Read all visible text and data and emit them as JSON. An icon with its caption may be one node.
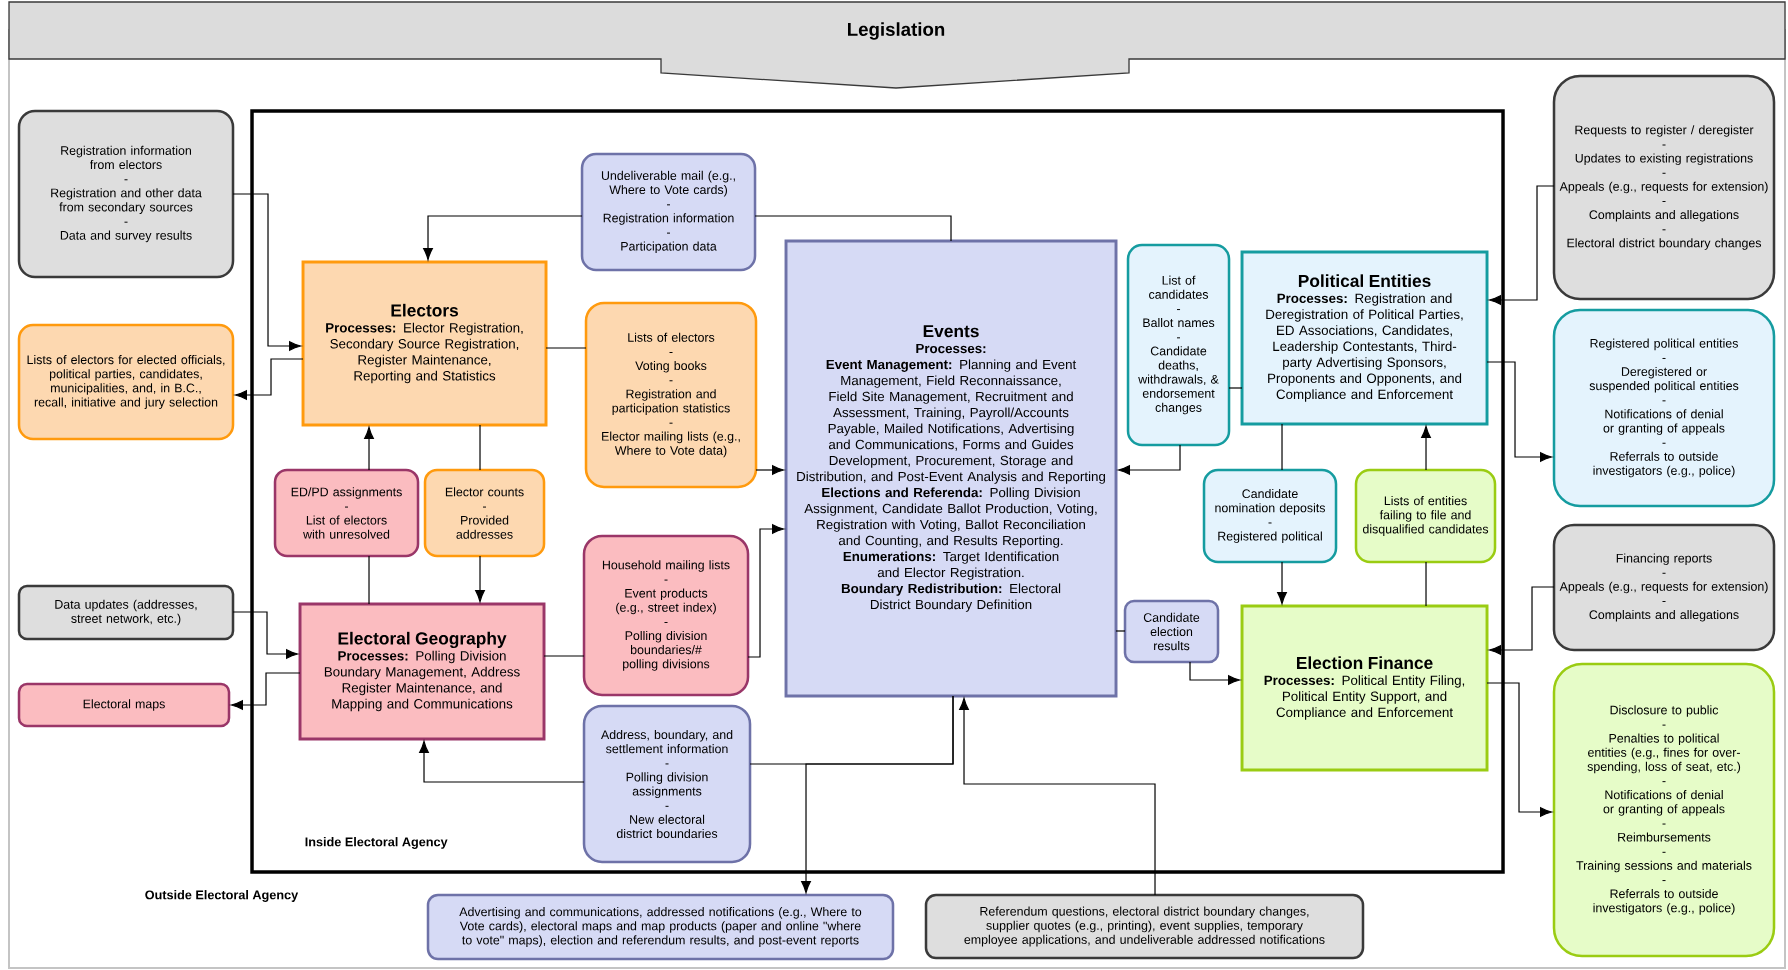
{
  "diagram": {
    "nodes": [
      {
        "text": [
          "Legislation"
        ]
      },
      {
        "text": [
          "Outside Electoral Agency"
        ]
      },
      {
        "text": [
          "Inside Electoral Agency"
        ],
        "in": 1
      },
      {
        "text": [
          "Registration information from electors",
          "-",
          "Registration and other data from secondary sources",
          "-",
          "Data and survey results"
        ],
        "in": 1
      },
      {
        "text": [
          "Lists of electors for elected officials, political parties, candidates, municipalities, and, in B.C., recall, initiative and jury selection"
        ],
        "in": 1
      },
      {
        "text": [
          "Data updates (addresses, street network, etc.)"
        ],
        "in": 1
      },
      {
        "text": [
          "Electoral maps"
        ],
        "in": 1
      },
      {
        "text": [
          "Undeliverable mail (e.g., Where to Vote cards)",
          "-",
          "Registration information",
          "-",
          "Participation data"
        ],
        "in": 2
      },
      {
        "text": [
          "Electors",
          "**Processes:** Elector Registration, Secondary Source Registration, Register Maintenance, Reporting and Statistics"
        ],
        "in": 2
      },
      {
        "text": [
          "Lists of electors",
          "-",
          "Voting books",
          "-",
          "Registration and participation statistics",
          "-",
          "Elector mailing lists (e.g., Where to Vote data)"
        ],
        "in": 2
      },
      {
        "text": [
          "Events",
          "Processes:",
          "**Event Management:** Planning and Event Management, Field Reconnaissance, Field Site Management, Recruitment and Assessment, Training, Payroll/Accounts Payable, Mailed Notifications, Advertising and Communications, Forms and Guides Development, Procurement, Storage and Distribution, and Post-Event Analysis and Reporting",
          "**Elections and Referenda:** Polling Division Assignment, Candidate Ballot Production, Voting, Registration with Voting, Ballot Reconciliation and Counting, and Results Reporting.",
          "**Enumerations:** Target Identification and Elector Registration.",
          "**Boundary Redistribution:** Electoral District Boundary Definition"
        ],
        "in": 2
      },
      {
        "text": [
          "List of candidates",
          "-",
          "Ballot names",
          "-",
          "Candidate deaths, withdrawals, & endorsement changes"
        ],
        "in": 2
      },
      {
        "text": [
          "Political Entities",
          "**Processes:** Registration and Deregistration of Political Parties, ED Associations, Candidates, Leadership Contestants, Third-party Advertising Sponsors, Proponents and Opponents, and Compliance and Enforcement"
        ],
        "in": 2
      },
      {
        "text": [
          "ED/PD assignments",
          "-",
          "List of electors with unresolved"
        ],
        "in": 2
      },
      {
        "text": [
          "Elector counts",
          "-",
          "Provided addresses"
        ],
        "in": 2
      },
      {
        "text": [
          "Candidate nomination deposits",
          "-",
          "Registered political"
        ],
        "in": 2
      },
      {
        "text": [
          "Lists of entities failing to file and disqualified candidates"
        ],
        "in": 2
      },
      {
        "text": [
          "Household mailing lists",
          "-",
          "Event products (e.g., street index)",
          "-",
          "Polling division boundaries/# polling divisions"
        ],
        "in": 2
      },
      {
        "text": [
          "Electoral Geography",
          "**Processes:** Polling Division Boundary Management, Address Register Maintenance, and Mapping and Communications"
        ],
        "in": 2
      },
      {
        "text": [
          "Candidate election results"
        ],
        "in": 2
      },
      {
        "text": [
          "Election Finance",
          "**Processes:** Political Entity Filing, Political Entity Support, and Compliance and Enforcement"
        ],
        "in": 2
      },
      {
        "text": [
          "Address, boundary, and settlement information",
          "-",
          "Polling division assignments",
          "-",
          "New electoral district boundaries"
        ],
        "in": 2
      },
      {
        "text": [
          "Requests to register / deregister",
          "-",
          "Updates to existing registrations",
          "-",
          "Appeals (e.g., requests for extension)",
          "-",
          "Complaints and allegations",
          "-",
          "Electoral district boundary changes"
        ],
        "in": 1
      },
      {
        "text": [
          "Registered political entities",
          "-",
          "Deregistered or suspended political entities",
          "-",
          "Notifications of denial or granting of appeals",
          "-",
          "Referrals to outside investigators (e.g., police)"
        ],
        "in": 1
      },
      {
        "text": [
          "Financing reports",
          "-",
          "Appeals (e.g., requests for extension)",
          "-",
          "Complaints and allegations"
        ],
        "in": 1
      },
      {
        "text": [
          "Disclosure to public",
          "-",
          "Penalties to political entities (e.g., fines for over-spending, loss of seat, etc.)",
          "-",
          "Notifications of denial or granting of appeals",
          "-",
          "Reimbursements",
          "-",
          "Training sessions and materials",
          "-",
          "Referrals to outside investigators (e.g., police)"
        ],
        "in": 1
      },
      {
        "text": [
          "Advertising and communications, addressed notifications (e.g., Where to Vote cards), electoral maps and map products (paper and online \"where to vote\" maps), election and referendum results, and post-event reports"
        ],
        "in": 1
      },
      {
        "text": [
          "Referendum questions, electoral district boundary changes, supplier quotes (e.g., printing), event supplies, temporary employee applications, and undeliverable addressed notifications"
        ],
        "in": 1
      }
    ],
    "edges": [
      {
        "from": 3,
        "to": 8,
        "arrow": "to"
      },
      {
        "from": 8,
        "to": 4,
        "arrow": "to"
      },
      {
        "from": 10,
        "to": 7,
        "arrow": "none"
      },
      {
        "from": 7,
        "to": 8,
        "arrow": "to"
      },
      {
        "from": 8,
        "to": 9,
        "arrow": "none"
      },
      {
        "from": 9,
        "to": 10,
        "arrow": "to"
      },
      {
        "from": 18,
        "to": 13,
        "arrow": "none"
      },
      {
        "from": 13,
        "to": 8,
        "arrow": "to"
      },
      {
        "from": 8,
        "to": 14,
        "arrow": "none"
      },
      {
        "from": 14,
        "to": 18,
        "arrow": "to"
      },
      {
        "from": 5,
        "to": 18,
        "arrow": "to"
      },
      {
        "from": 18,
        "to": 6,
        "arrow": "to"
      },
      {
        "from": 18,
        "to": 17,
        "arrow": "none"
      },
      {
        "from": 17,
        "to": 10,
        "arrow": "to"
      },
      {
        "from": 21,
        "to": 18,
        "arrow": "to"
      },
      {
        "from": 10,
        "to": 21,
        "arrow": "none"
      },
      {
        "from": 10,
        "to": 26,
        "arrow": "to"
      },
      {
        "from": 27,
        "to": 10,
        "arrow": "to"
      },
      {
        "from": 11,
        "to": 10,
        "arrow": "to"
      },
      {
        "from": 12,
        "to": 11,
        "arrow": "none"
      },
      {
        "from": 12,
        "to": 15,
        "arrow": "none"
      },
      {
        "from": 15,
        "to": 20,
        "arrow": "to"
      },
      {
        "from": 20,
        "to": 16,
        "arrow": "none"
      },
      {
        "from": 16,
        "to": 12,
        "arrow": "to"
      },
      {
        "from": 10,
        "to": 19,
        "arrow": "none"
      },
      {
        "from": 19,
        "to": 20,
        "arrow": "to"
      },
      {
        "from": 22,
        "to": 12,
        "arrow": "to"
      },
      {
        "from": 12,
        "to": 23,
        "arrow": "to"
      },
      {
        "from": 24,
        "to": 20,
        "arrow": "to"
      },
      {
        "from": 20,
        "to": 25,
        "arrow": "to"
      }
    ]
  }
}
